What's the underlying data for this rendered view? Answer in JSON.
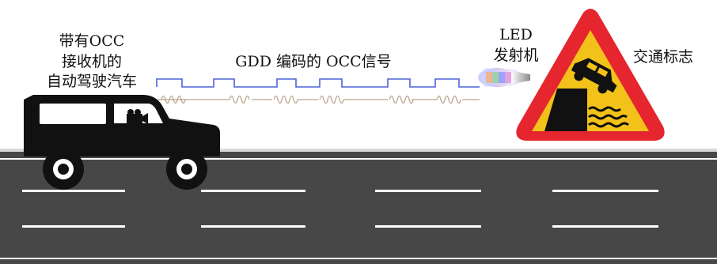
{
  "vehicle_label": [
    "带有OCC",
    "接收机的",
    "自动驾驶汽车"
  ],
  "signal_label": "GDD 编码的 OCC信号",
  "led_label": [
    "LED",
    "发射机"
  ],
  "sign_label": "交通标志",
  "colors": {
    "road": "#474747",
    "lane_marking": "#ffffff",
    "vehicle": "#111111",
    "signal_square": "#4d63d8",
    "signal_wave": "#b9a48e",
    "sign_border": "#e5262e",
    "sign_fill": "#f2c21a"
  },
  "icons": [
    "car-icon",
    "camera-icon",
    "led-icon",
    "warning-sign-icon",
    "falling-car-icon"
  ]
}
